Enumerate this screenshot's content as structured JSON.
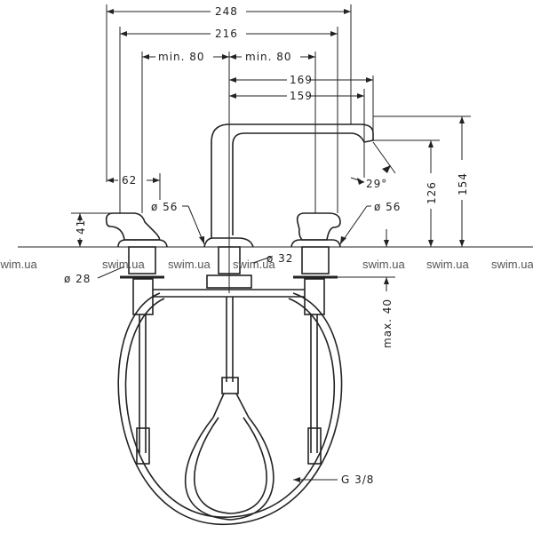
{
  "dimensions": {
    "overall_width": "248",
    "handle_span": "216",
    "min_left": "min. 80",
    "min_right": "min. 80",
    "spout_reach_outer": "169",
    "spout_reach_inner": "159",
    "handle_offset": "62",
    "left_base_dia": "ø 56",
    "right_base_dia": "ø 56",
    "handle_height": "41",
    "spout_angle": "29°",
    "outlet_height": "126",
    "total_height": "154",
    "spout_shank_dia": "ø 32",
    "hole_dia": "ø 28",
    "max_deck_thickness": "max. 40",
    "connection_thread": "G 3/8"
  },
  "watermarks": [
    "swim.ua",
    "swim.ua",
    "swim.ua",
    "swim.ua",
    "swim.ua",
    "swim.ua",
    "swim.ua"
  ]
}
